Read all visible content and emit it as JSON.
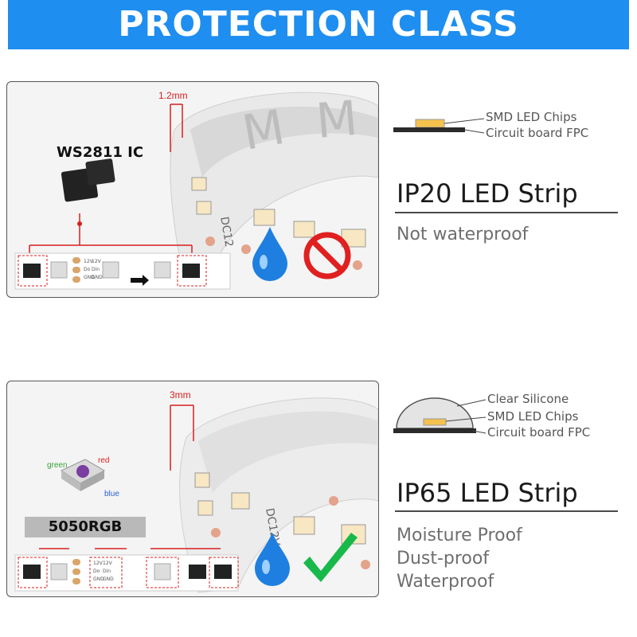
{
  "header": {
    "title": "PROTECTION CLASS"
  },
  "ip20": {
    "measure": "1.2mm",
    "ic_label": "WS2811 IC",
    "layers": [
      "SMD LED Chips",
      "Circuit board FPC"
    ],
    "title": "IP20 LED Strip",
    "description": "Not waterproof",
    "strip_print": "DC12",
    "board_text": [
      "12V",
      "Do",
      "GND",
      "12V",
      "Din",
      "GND"
    ]
  },
  "ip65": {
    "measure": "3mm",
    "chip_label": "5050RGB",
    "color_labels": {
      "green": "green",
      "red": "red",
      "blue": "blue"
    },
    "layers": [
      "Clear Silicone",
      "SMD LED Chips",
      "Circuit board FPC"
    ],
    "title": "IP65 LED Strip",
    "features": [
      "Moisture Proof",
      "Dust-proof",
      "Waterproof"
    ],
    "strip_print": "DC12V",
    "board_text": [
      "12V",
      "Do",
      "GND",
      "12V",
      "Din",
      "GND"
    ]
  },
  "colors": {
    "banner": "#1e8ef0",
    "accent_red": "#d81f1f",
    "check_green": "#18b94a",
    "water_blue": "#1f7fe0"
  }
}
